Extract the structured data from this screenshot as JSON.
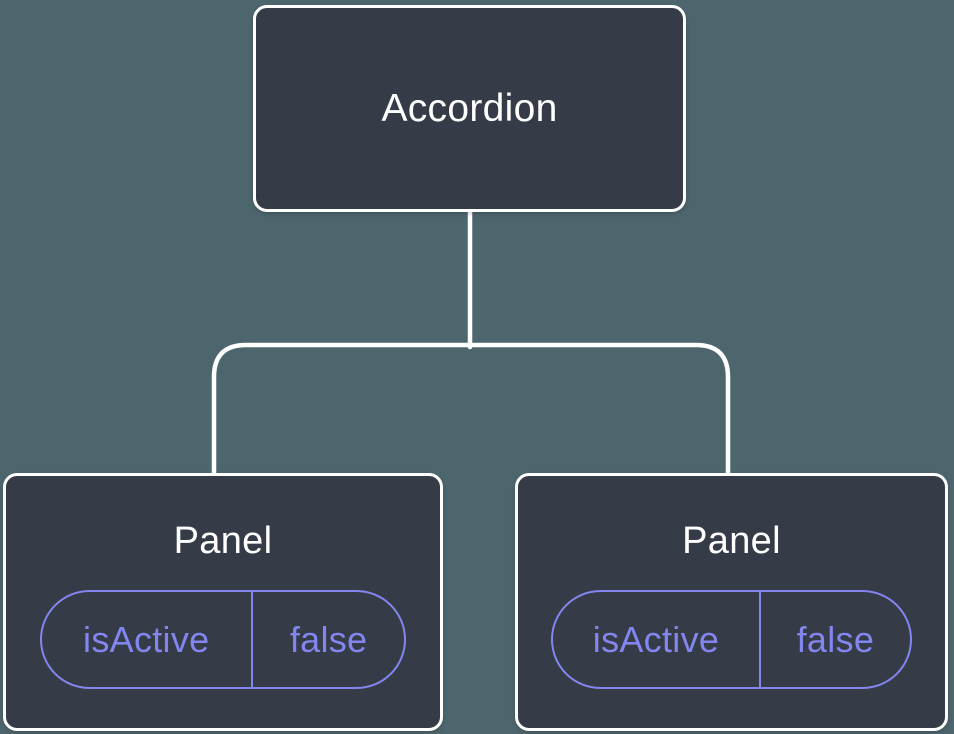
{
  "colors": {
    "background": "#4d666e",
    "node_fill": "#353b47",
    "connector": "#ffffff",
    "accent": "#8286ee"
  },
  "tree": {
    "root": {
      "label": "Accordion"
    },
    "children": [
      {
        "label": "Panel",
        "prop": {
          "name": "isActive",
          "value": "false"
        }
      },
      {
        "label": "Panel",
        "prop": {
          "name": "isActive",
          "value": "false"
        }
      }
    ]
  }
}
